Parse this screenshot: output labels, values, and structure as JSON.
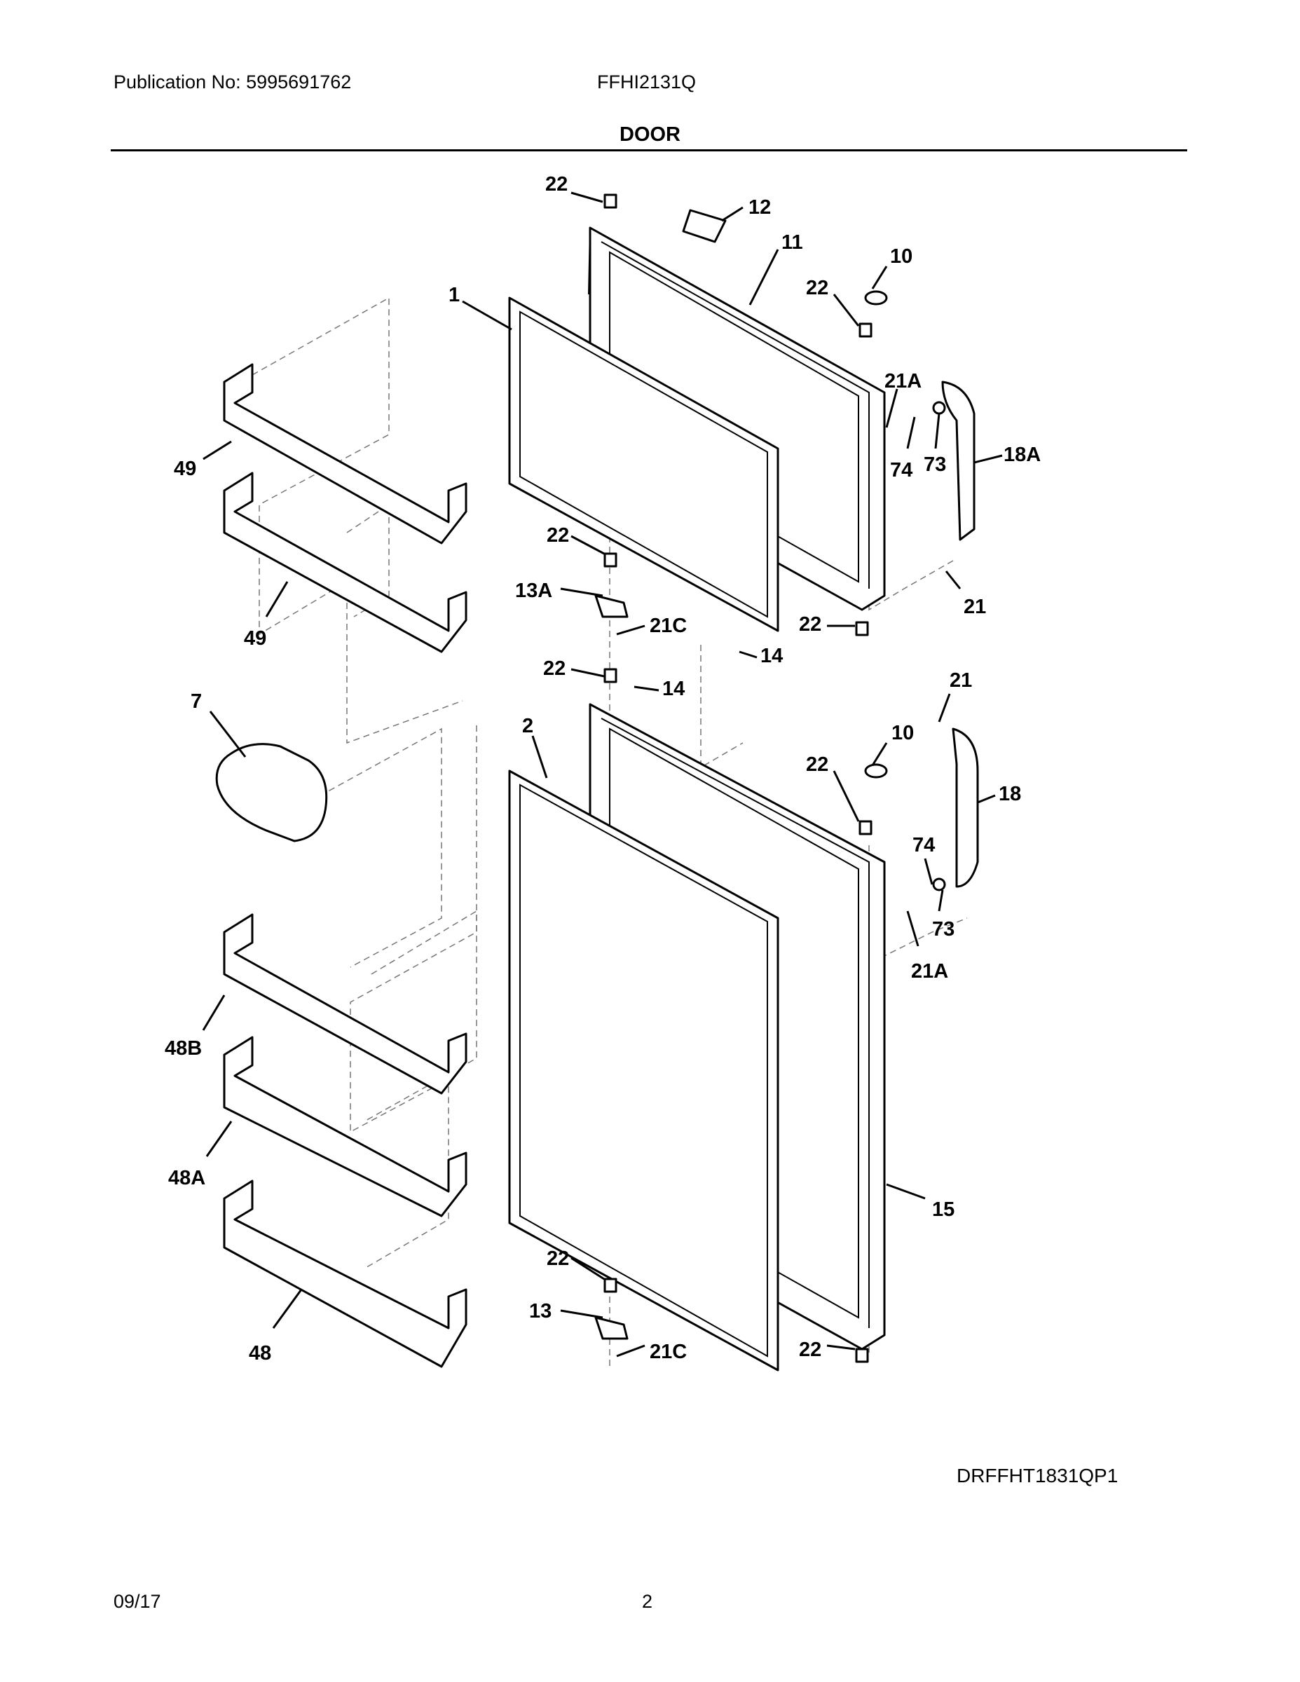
{
  "header": {
    "publication": "Publication No: 5995691762",
    "model": "FFHI2131Q",
    "section_title": "DOOR"
  },
  "footer": {
    "diagram_code": "DRFFHT1831QP1",
    "date": "09/17",
    "page_number": "2"
  },
  "part_labels": [
    "22",
    "12",
    "11",
    "10",
    "22",
    "1",
    "21A",
    "74",
    "73",
    "18A",
    "49",
    "22",
    "13A",
    "21C",
    "49",
    "21",
    "22",
    "14",
    "22",
    "14",
    "7",
    "2",
    "21",
    "10",
    "22",
    "18",
    "74",
    "73",
    "21A",
    "48B",
    "48A",
    "15",
    "22",
    "13",
    "21C",
    "22",
    "48"
  ]
}
